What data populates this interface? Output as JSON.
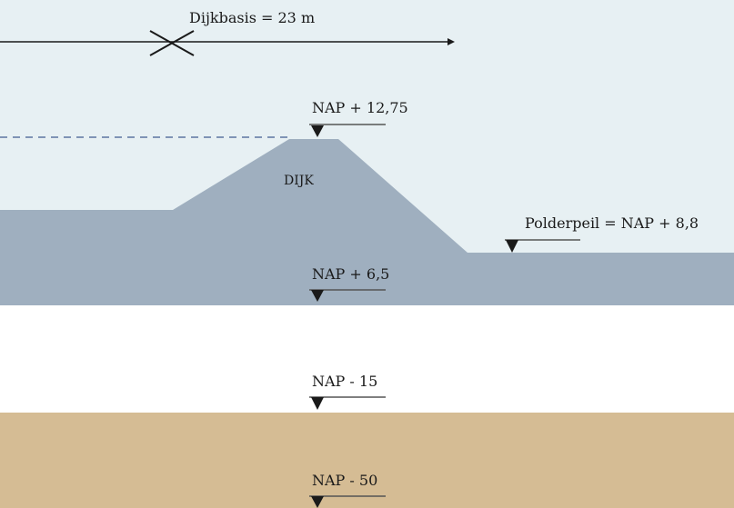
{
  "colors": {
    "sky": "#e7f0f3",
    "dike": "#9fafbf",
    "clay_gap": "#ffffff",
    "sand": "#d5bc94",
    "marker": "#1a1a1a",
    "water_line": "#7f93b5",
    "leader": "#555555"
  },
  "dike_base": {
    "label": "Dijkbasis = 23 m"
  },
  "dike": {
    "label": "DIJK"
  },
  "levels": {
    "crest": "NAP + 12,75",
    "polder": "Polderpeil = NAP + 8,8",
    "base": "NAP + 6,5",
    "nap_minus_15": "NAP - 15",
    "nap_minus_50": "NAP - 50"
  },
  "icons": {
    "level_marker": "triangle-down-icon",
    "dimension_cross": "cross-icon",
    "arrow": "arrow-right-icon"
  }
}
